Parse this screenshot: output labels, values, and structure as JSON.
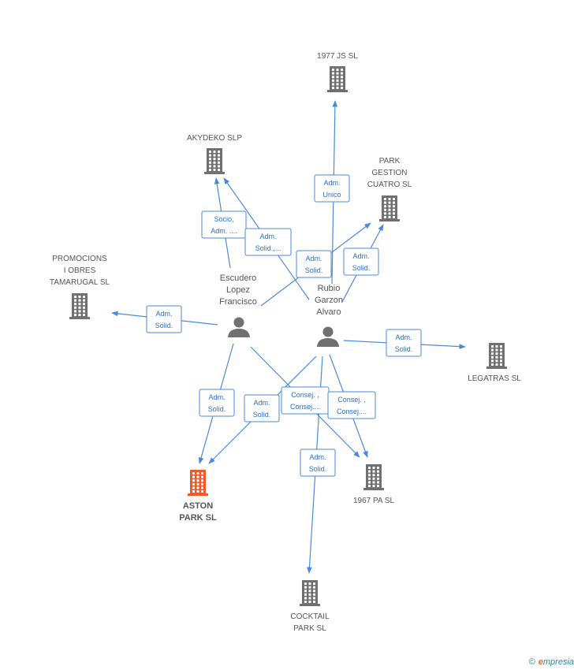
{
  "colors": {
    "edge": "#4a8ad8",
    "building": "#707070",
    "highlight": "#f05a28",
    "person": "#707070"
  },
  "persons": [
    {
      "id": "escudero",
      "label_lines": [
        "Escudero",
        "Lopez",
        "Francisco"
      ]
    },
    {
      "id": "rubio",
      "label_lines": [
        "Rubio",
        "Garzon",
        "Alvaro"
      ]
    }
  ],
  "companies": [
    {
      "id": "1977js",
      "label_lines": [
        "1977 JS SL"
      ],
      "highlight": false
    },
    {
      "id": "akydeko",
      "label_lines": [
        "AKYDEKO SLP"
      ],
      "highlight": false
    },
    {
      "id": "parkgestion",
      "label_lines": [
        "PARK",
        "GESTION",
        "CUATRO SL"
      ],
      "highlight": false
    },
    {
      "id": "promocions",
      "label_lines": [
        "PROMOCIONS",
        "I OBRES",
        "TAMARUGAL SL"
      ],
      "highlight": false
    },
    {
      "id": "legatras",
      "label_lines": [
        "LEGATRAS SL"
      ],
      "highlight": false
    },
    {
      "id": "aston",
      "label_lines": [
        "ASTON",
        "PARK SL"
      ],
      "highlight": true
    },
    {
      "id": "1967pa",
      "label_lines": [
        "1967 PA SL"
      ],
      "highlight": false
    },
    {
      "id": "cocktail",
      "label_lines": [
        "COCKTAIL",
        "PARK SL"
      ],
      "highlight": false
    }
  ],
  "edges": [
    {
      "from": "rubio",
      "to": "1977js",
      "label_lines": [
        "Adm.",
        "Unico"
      ]
    },
    {
      "from": "escudero",
      "to": "akydeko",
      "label_lines": [
        "Socio,",
        "Adm. ...."
      ]
    },
    {
      "from": "rubio",
      "to": "akydeko",
      "label_lines": [
        "Adm.",
        "Solid.,..."
      ]
    },
    {
      "from": "escudero",
      "to": "parkgestion",
      "label_lines": [
        "Adm.",
        "Solid."
      ]
    },
    {
      "from": "rubio",
      "to": "parkgestion",
      "label_lines": [
        "Adm.",
        "Solid."
      ]
    },
    {
      "from": "escudero",
      "to": "promocions",
      "label_lines": [
        "Adm.",
        "Solid."
      ]
    },
    {
      "from": "rubio",
      "to": "legatras",
      "label_lines": [
        "Adm.",
        "Solid."
      ]
    },
    {
      "from": "escudero",
      "to": "aston",
      "label_lines": [
        "Adm.",
        "Solid."
      ]
    },
    {
      "from": "rubio",
      "to": "aston",
      "label_lines": [
        "Adm.",
        "Solid."
      ]
    },
    {
      "from": "escudero",
      "to": "1967pa",
      "label_lines": [
        "Consej. ,",
        "Consej...."
      ]
    },
    {
      "from": "rubio",
      "to": "1967pa",
      "label_lines": [
        "Consej. ,",
        "Consej...."
      ]
    },
    {
      "from": "rubio",
      "to": "cocktail",
      "label_lines": [
        "Adm.",
        "Solid."
      ]
    }
  ],
  "footer": {
    "copyright": "©",
    "brand_e": "e",
    "brand_rest": "mpresia"
  }
}
